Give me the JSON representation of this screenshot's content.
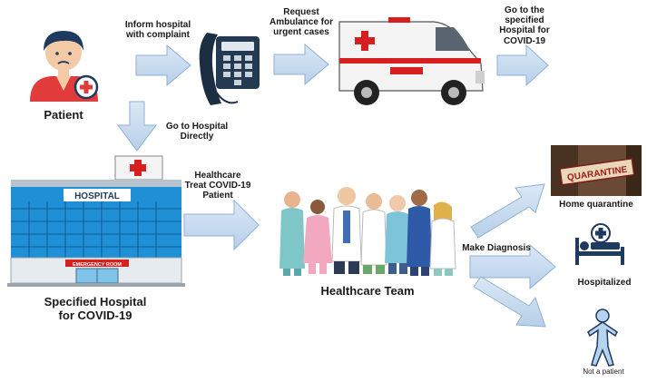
{
  "labels": {
    "patient": "Patient",
    "inform": "Inform hospital\nwith complaint",
    "go_direct": "Go to Hospital\nDirectly",
    "request": "Request\nAmbulance for\nurgent cases",
    "go_specified": "Go to the\nspecified\nHospital for\nCOVID-19",
    "treat": "Healthcare\nTreat COVID-19\nPatient",
    "specified_hospital": "Specified Hospital\nfor COVID-19",
    "team": "Healthcare Team",
    "diagnosis": "Make Diagnosis",
    "home": "Home quarantine",
    "hospitalized": "Hospitalized",
    "not_patient": "Not a patient"
  },
  "signs": {
    "hospital": "HOSPITAL",
    "emergency": "EMERGENCY ROOM",
    "quarantine": "QUARANTINE"
  },
  "colors": {
    "arrow": "#c5d9f0",
    "arrow_edge": "#8fb0d6",
    "cross": "#e02020",
    "hospital_glass": "#1f8fd6",
    "icon_navy": "#1f3a5f"
  }
}
